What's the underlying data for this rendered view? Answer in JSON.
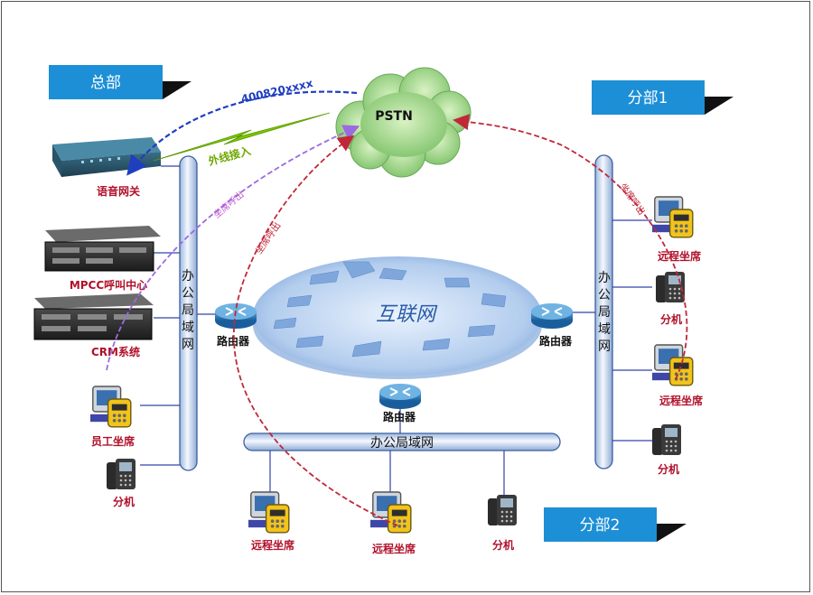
{
  "headquarters": {
    "title": "总部"
  },
  "branch1": {
    "title": "分部1"
  },
  "branch2": {
    "title": "分部2"
  },
  "pstn": {
    "label": "PSTN"
  },
  "internet": {
    "label": "互联网"
  },
  "hq_numbers": {
    "label": "400820xxxx"
  },
  "external_access": {
    "label": "外线接入"
  },
  "seat_outbound": {
    "label": "坐席呼出"
  },
  "hq": {
    "voice_gateway": "语音网关",
    "mpcc_center": "MPCC呼叫中心",
    "crm_system": "CRM系统",
    "staff_seat": "员工坐席",
    "extension": "分机",
    "lan_label": "办公局域网",
    "router": "路由器"
  },
  "branch1_nodes": {
    "remote_seat_1": "远程坐席",
    "extension_1": "分机",
    "remote_seat_2": "远程坐席",
    "extension_2": "分机",
    "lan_label": "办公局域网",
    "router": "路由器"
  },
  "branch2_nodes": {
    "router": "路由器",
    "lan_label": "办公局域网",
    "remote_seat_1": "远程坐席",
    "remote_seat_2": "远程坐席",
    "extension": "分机"
  },
  "colors": {
    "banner_blue": "#1d8fd6",
    "label_red": "#b0102a",
    "link_blue": "#1f3fbf",
    "link_purple": "#9b6be0",
    "link_red": "#c0283a",
    "bolt_green": "#7cc400"
  }
}
